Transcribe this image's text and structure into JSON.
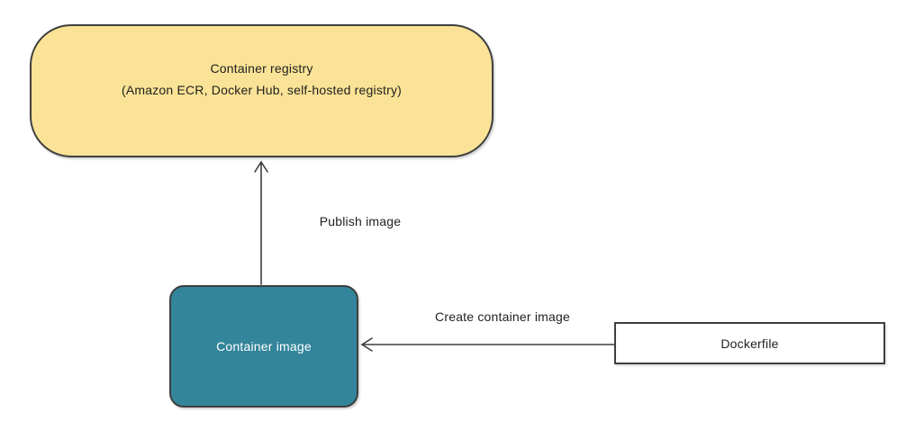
{
  "diagram": {
    "nodes": [
      {
        "id": "container-registry",
        "title": "Container registry",
        "subtitle": "(Amazon ECR, Docker Hub, self-hosted registry)",
        "shape": "rounded-rectangle",
        "fill": "#FAE396",
        "text_color": "#1F1F1F"
      },
      {
        "id": "container-image",
        "title": "Container image",
        "shape": "rounded-rectangle",
        "fill": "#32859B",
        "text_color": "#FFFFFF"
      },
      {
        "id": "dockerfile",
        "title": "Dockerfile",
        "shape": "rectangle",
        "fill": "#FFFFFF",
        "text_color": "#1F1F1F"
      }
    ],
    "edges": [
      {
        "label": "Publish image",
        "from": "container-image",
        "to": "container-registry",
        "direction": "up",
        "arrowhead": "open"
      },
      {
        "label": "Create container image",
        "from": "dockerfile",
        "to": "container-image",
        "direction": "left",
        "arrowhead": "open"
      }
    ],
    "colors": {
      "node_border": "#3F3F3F",
      "arrow": "#3F3F3F",
      "text_dark": "#1F1F1F",
      "text_light": "#FFFFFF",
      "registry_fill": "#FAE396",
      "image_fill": "#32859B",
      "background": "#FFFFFF"
    }
  }
}
